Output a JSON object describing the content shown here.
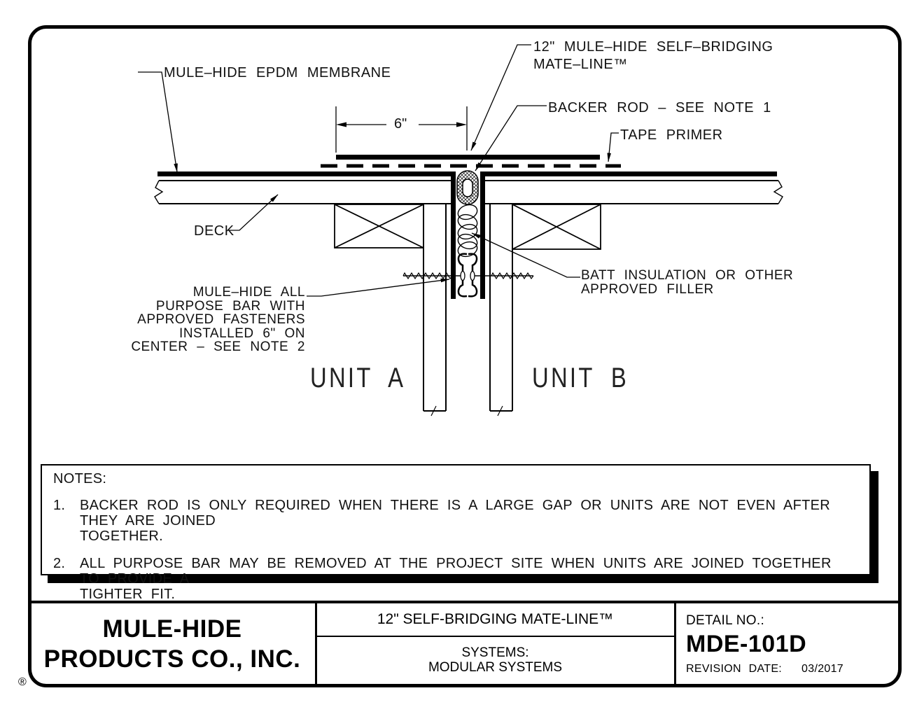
{
  "drawing": {
    "labels": {
      "membrane": "MULE–HIDE EPDM MEMBRANE",
      "mateline_line1": "12\" MULE–HIDE SELF–BRIDGING",
      "mateline_line2": "MATE–LINE™",
      "backer_rod": "BACKER ROD – SEE NOTE 1",
      "tape_primer": "TAPE PRIMER",
      "deck": "DECK",
      "bar_line1": "MULE–HIDE ALL",
      "bar_line2": "PURPOSE BAR WITH",
      "bar_line3": "APPROVED FASTENERS",
      "bar_line4": "INSTALLED 6\" ON",
      "bar_line5": "CENTER – SEE NOTE 2",
      "batt_line1": "BATT INSULATION OR OTHER",
      "batt_line2": "APPROVED FILLER",
      "unit_a": "UNIT A",
      "unit_b": "UNIT B",
      "dimension": "6\""
    }
  },
  "notes": {
    "title": "NOTES:",
    "item1": {
      "num": "1.",
      "line1": "BACKER ROD IS ONLY REQUIRED WHEN THERE IS A LARGE GAP OR UNITS ARE NOT EVEN AFTER THEY ARE JOINED",
      "line2": "TOGETHER."
    },
    "item2": {
      "num": "2.",
      "line1": "ALL PURPOSE BAR MAY BE REMOVED AT THE PROJECT SITE WHEN UNITS ARE JOINED TOGETHER TO PROVIDE A",
      "line2": "TIGHTER FIT."
    }
  },
  "title_block": {
    "company_line1": "MULE-HIDE",
    "company_line2": "PRODUCTS CO., INC.",
    "product": "12\" SELF-BRIDGING MATE-LINE™",
    "systems_line1": "SYSTEMS:",
    "systems_line2": "MODULAR SYSTEMS",
    "detail_label": "DETAIL NO.:",
    "detail_number": "MDE-101D",
    "revision_label": "REVISION DATE:",
    "revision_value": "03/2017",
    "registered_mark": "®"
  },
  "colors": {
    "ink": "#000000",
    "paper": "#ffffff"
  }
}
